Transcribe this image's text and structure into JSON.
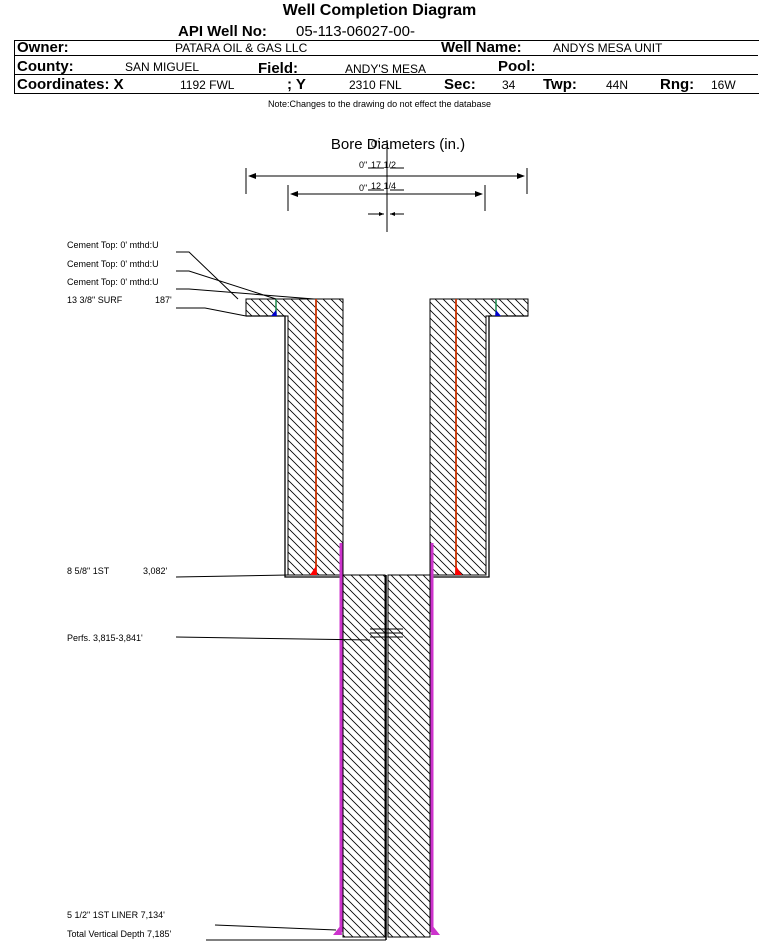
{
  "title": "Well Completion Diagram",
  "header": {
    "api_label": "API Well No:",
    "api_value": "05-113-06027-00-",
    "owner_label": "Owner:",
    "owner_value": "PATARA OIL & GAS LLC",
    "well_name_label": "Well Name:",
    "well_name_value": "ANDYS MESA UNIT",
    "county_label": "County:",
    "county_value": "SAN MIGUEL",
    "field_label": "Field:",
    "field_value": "ANDY'S MESA",
    "pool_label": "Pool:",
    "pool_value": "",
    "coord_label": "Coordinates: X",
    "coord_x_value": "1192 FWL",
    "coord_y_label": "; Y",
    "coord_y_value": "2310 FNL",
    "sec_label": "Sec:",
    "sec_value": "34",
    "twp_label": "Twp:",
    "twp_value": "44N",
    "rng_label": "Rng:",
    "rng_value": "16W"
  },
  "note": "Note:Changes to the drawing do not effect the database",
  "bore_diameters": {
    "title": "Bore Diameters (in.)",
    "items": [
      {
        "zero": "0\"",
        "size": "17 1/2"
      },
      {
        "zero": "0\"",
        "size": "12 1/4"
      }
    ],
    "overlap_text": "0\""
  },
  "labels": {
    "cement_top_1": "Cement Top: 0' mthd:U",
    "cement_top_2": "Cement Top: 0' mthd:U",
    "cement_top_3": "Cement Top: 0' mthd:U",
    "surface_casing": "13 3/8\" SURF",
    "surface_depth": "187'",
    "first_string": "8 5/8\" 1ST",
    "first_depth": "3,082'",
    "perfs": "Perfs. 3,815-3,841'",
    "liner": "5 1/2\" 1ST LINER  7,134'",
    "tvd": "Total Vertical Depth 7,185'"
  },
  "colors": {
    "surface_casing": "#1a8a4a",
    "cement_blue": "#0000cc",
    "intermediate_casing": "#cc3300",
    "liner": "#cc33cc"
  }
}
